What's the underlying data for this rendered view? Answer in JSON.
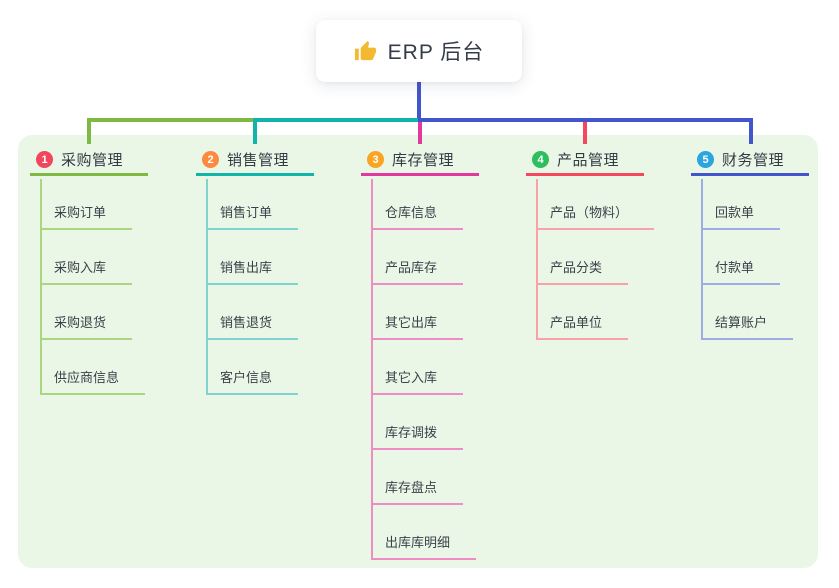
{
  "root": {
    "label": "ERP 后台",
    "icon": "thumbs-up-icon",
    "icon_color": "#f5b831",
    "connector_color": "#4355cd"
  },
  "panel": {
    "background_color": "#ebf7e6"
  },
  "text_color": "#353c48",
  "branches": [
    {
      "number": "1",
      "label": "采购管理",
      "badge_color": "#f1465d",
      "line_color": "#7fb943",
      "child_line_color": "#abd681",
      "children": [
        "采购订单",
        "采购入库",
        "采购退货",
        "供应商信息"
      ]
    },
    {
      "number": "2",
      "label": "销售管理",
      "badge_color": "#fb8a3f",
      "line_color": "#12b3a8",
      "child_line_color": "#7fd5ce",
      "children": [
        "销售订单",
        "销售出库",
        "销售退货",
        "客户信息"
      ]
    },
    {
      "number": "3",
      "label": "库存管理",
      "badge_color": "#f9a423",
      "line_color": "#e1399e",
      "child_line_color": "#f08cc5",
      "children": [
        "仓库信息",
        "产品库存",
        "其它出库",
        "其它入库",
        "库存调拨",
        "库存盘点",
        "出库库明细"
      ]
    },
    {
      "number": "4",
      "label": "产品管理",
      "badge_color": "#2ebd5f",
      "line_color": "#f4495c",
      "child_line_color": "#f9a0a8",
      "children": [
        "产品（物料）",
        "产品分类",
        "产品单位"
      ]
    },
    {
      "number": "5",
      "label": "财务管理",
      "badge_color": "#2aa5df",
      "line_color": "#4355cd",
      "child_line_color": "#9dace4",
      "children": [
        "回款单",
        "付款单",
        "结算账户"
      ]
    }
  ]
}
